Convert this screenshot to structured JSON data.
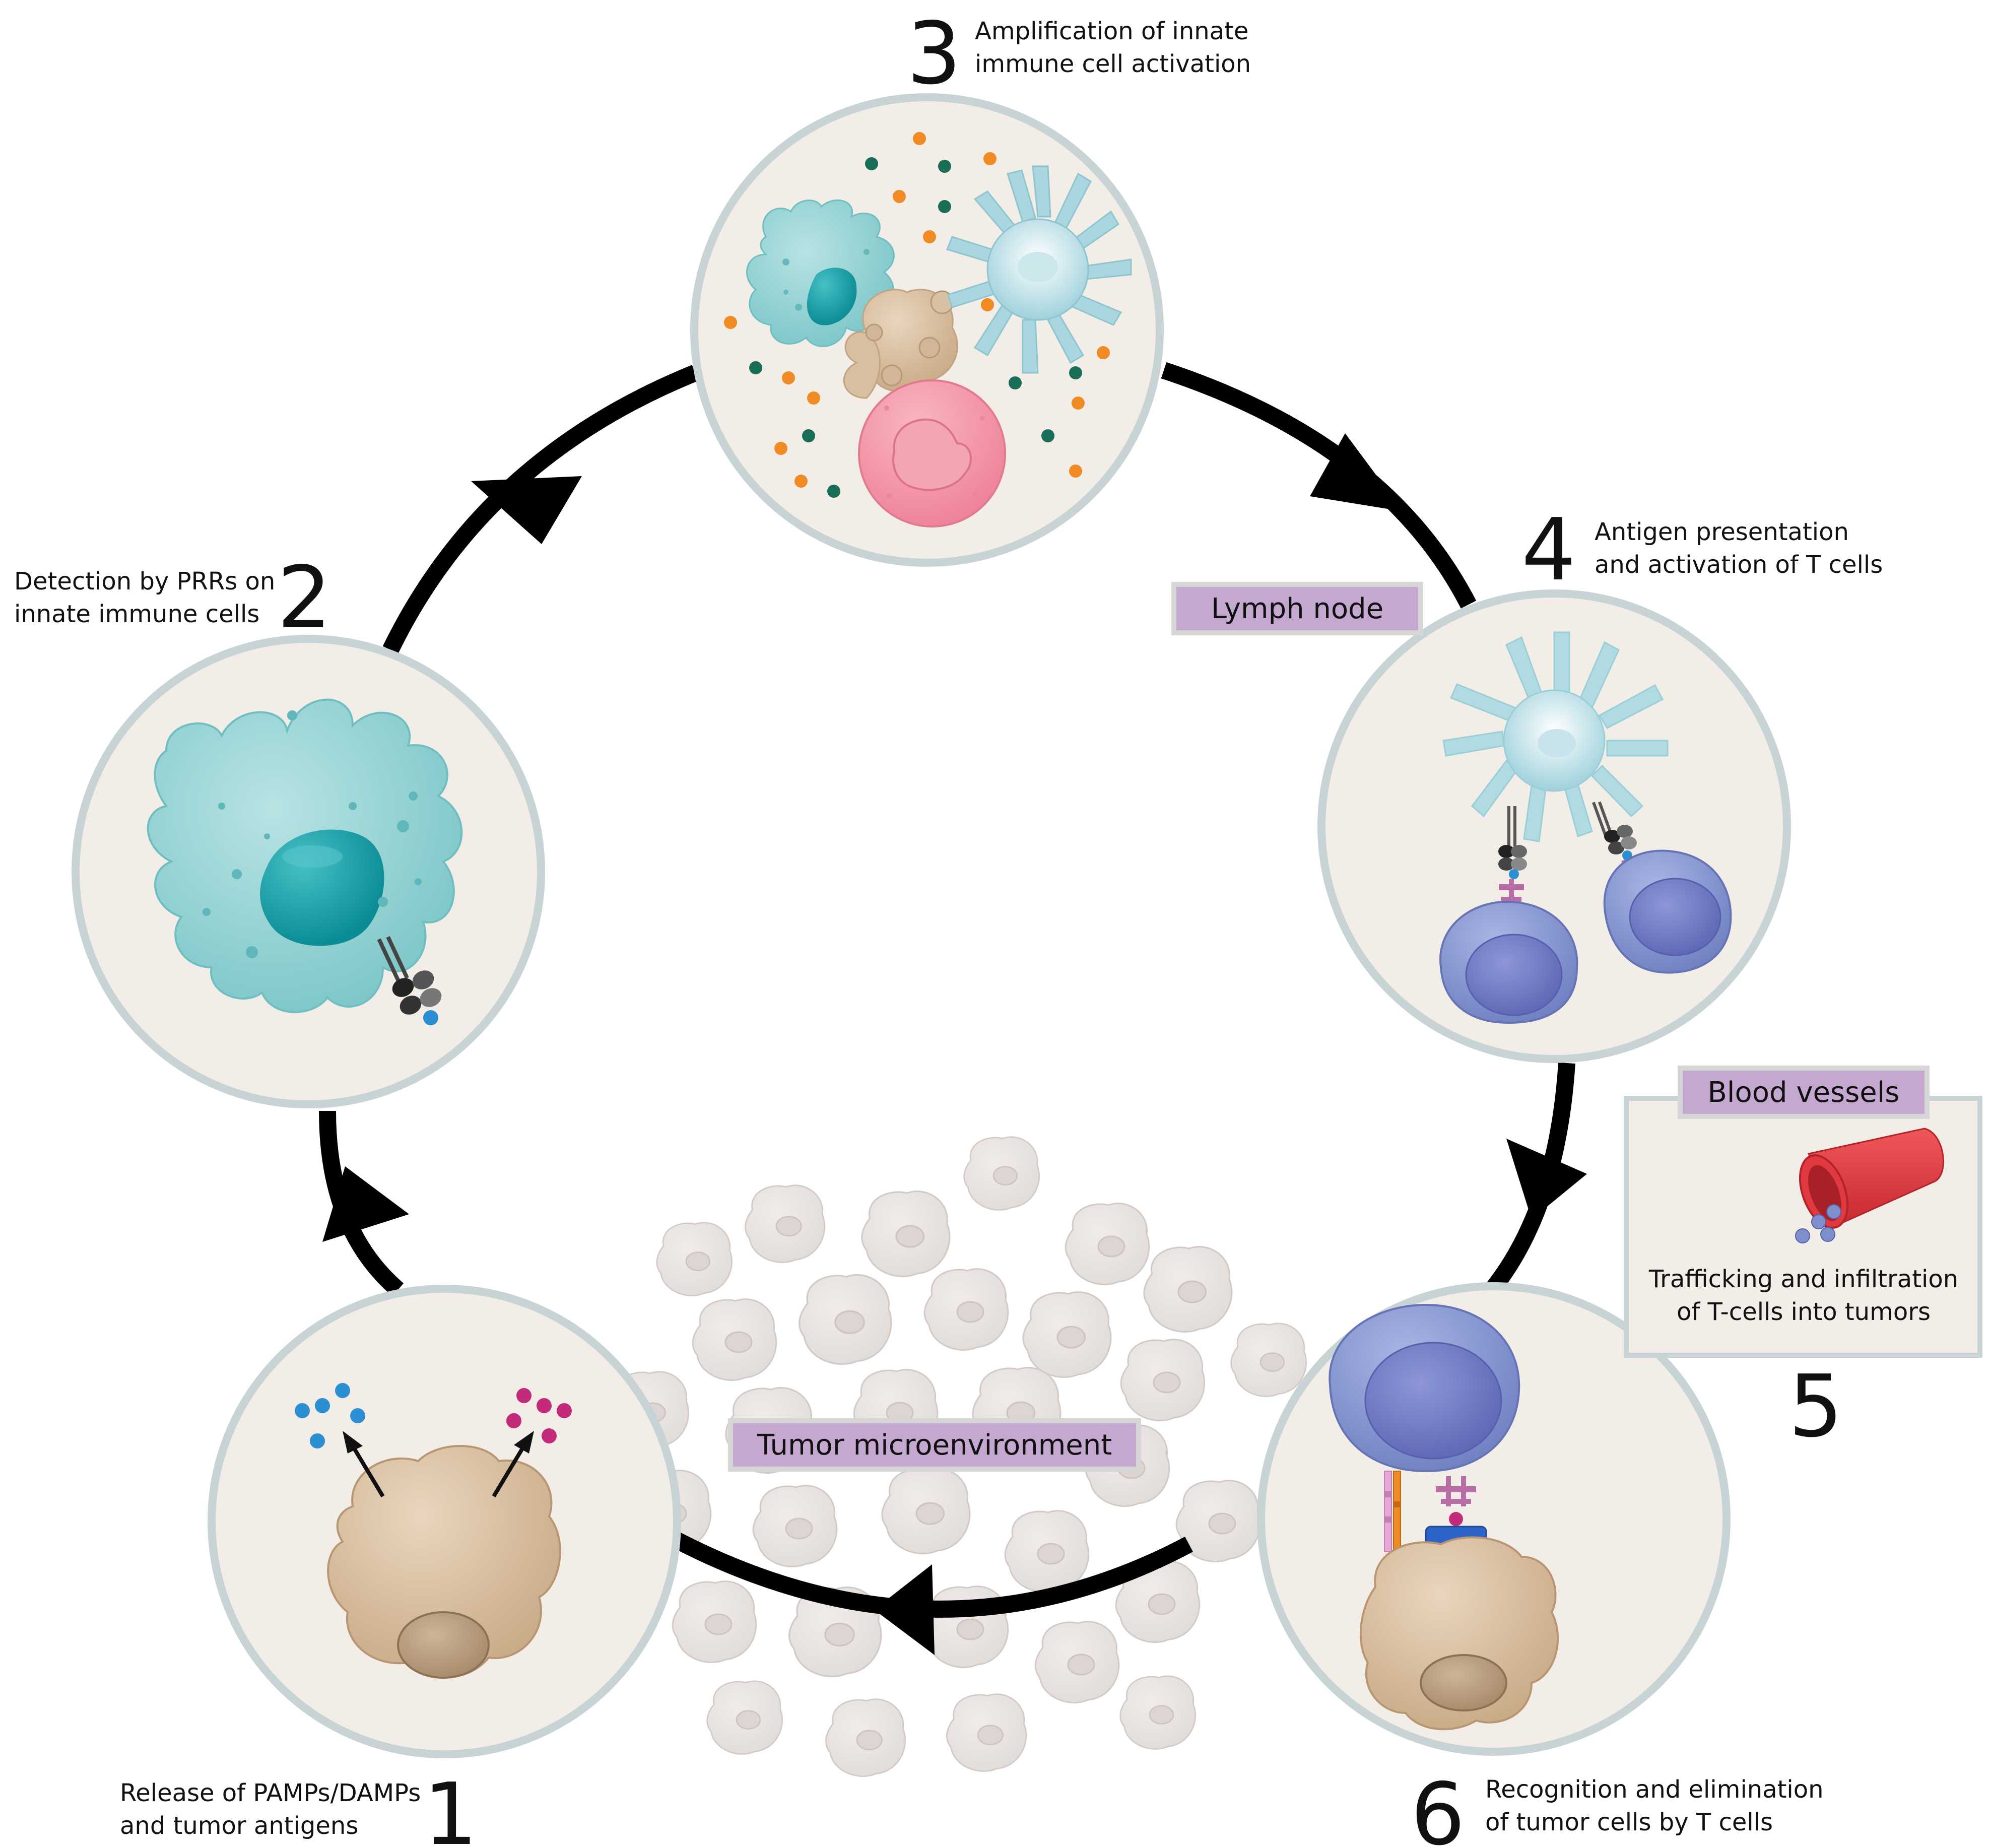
{
  "steps": [
    {
      "number": "1",
      "caption_line1": "Release of PAMPs/DAMPs",
      "caption_line2": "and tumor antigens"
    },
    {
      "number": "2",
      "caption_line1": "Detection by PRRs on",
      "caption_line2": "innate immune cells"
    },
    {
      "number": "3",
      "caption_line1": "Amplification of innate",
      "caption_line2": "immune cell activation"
    },
    {
      "number": "4",
      "caption_line1": "Antigen presentation",
      "caption_line2": "and activation of T cells"
    },
    {
      "number": "5",
      "caption_line1": "Trafficking and infiltration",
      "caption_line2": "of T-cells into tumors"
    },
    {
      "number": "6",
      "caption_line1": "Recognition and elimination",
      "caption_line2": "of tumor cells by T cells"
    }
  ],
  "tags": {
    "lymph_node": "Lymph node",
    "blood_vessels": "Blood vessels",
    "tumor_microenvironment": "Tumor microenvironment"
  },
  "colors": {
    "panel_fill": "#f2ede6",
    "panel_border": "#c7d3d4",
    "tag_fill": "#c4a8cf",
    "tag_border": "#d6d6d6",
    "cycle_arrow": "#000000",
    "macrophage": "#94d2d3",
    "macrophage_nucleus": "#1aa3ab",
    "tumor_cell": "#d8c0a3",
    "t_cell": "#7f8fcc",
    "t_cell_nucleus": "#6c75c0",
    "dendritic_cell": "#a9d6df",
    "neutrophil": "#f28ea0",
    "blood_vessel": "#e0393f",
    "pamp_dots": "#2b8fd1",
    "antigen_dots": "#c42a7a",
    "cytokine_orange": "#f08a22",
    "cytokine_green": "#1a6e57"
  }
}
